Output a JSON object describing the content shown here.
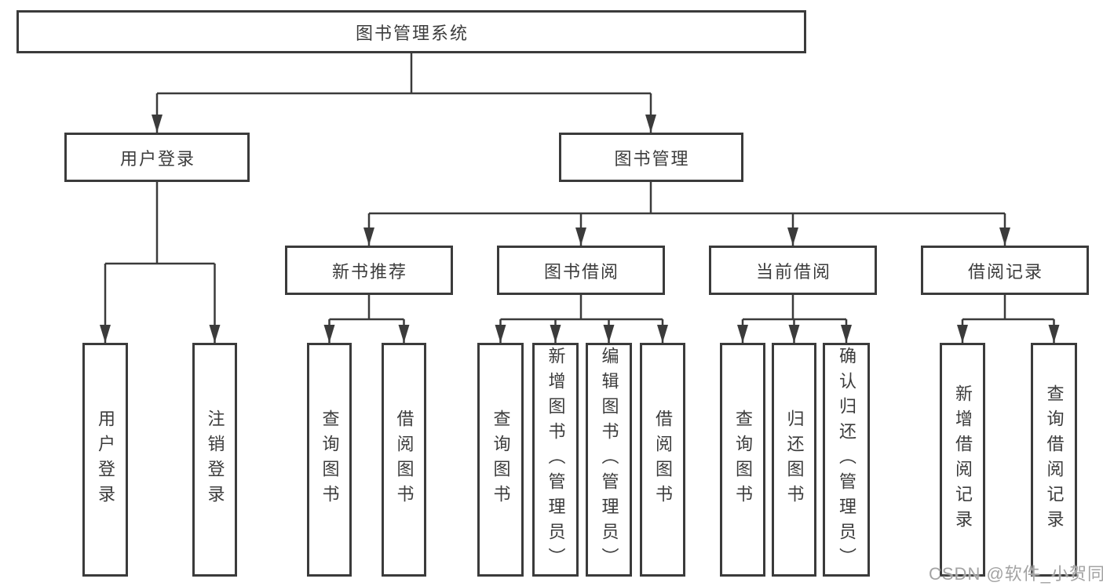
{
  "diagram_title": "图书管理系统",
  "tree": {
    "root": {
      "label": "图书管理系统",
      "children": [
        {
          "label": "用户登录",
          "children": [
            {
              "label": "用户登录"
            },
            {
              "label": "注销登录"
            }
          ]
        },
        {
          "label": "图书管理",
          "children": [
            {
              "label": "新书推荐",
              "children": [
                {
                  "label": "查询图书"
                },
                {
                  "label": "借阅图书"
                }
              ]
            },
            {
              "label": "图书借阅",
              "children": [
                {
                  "label": "查询图书"
                },
                {
                  "label": "新增图书（管理员）"
                },
                {
                  "label": "编辑图书（管理员）"
                },
                {
                  "label": "借阅图书"
                }
              ]
            },
            {
              "label": "当前借阅",
              "children": [
                {
                  "label": "查询图书"
                },
                {
                  "label": "归还图书"
                },
                {
                  "label": "确认归还（管理员）"
                }
              ]
            },
            {
              "label": "借阅记录",
              "children": [
                {
                  "label": "新增借阅记录"
                },
                {
                  "label": "查询借阅记录"
                }
              ]
            }
          ]
        }
      ]
    }
  },
  "watermark": {
    "text": "CSDN @软件_小贺同学"
  },
  "colors": {
    "line": "#3b3b3b",
    "box_border": "#3b3b3b",
    "text": "#3c3c3c",
    "background": "#ffffff",
    "watermark": "#a3a3a3"
  }
}
